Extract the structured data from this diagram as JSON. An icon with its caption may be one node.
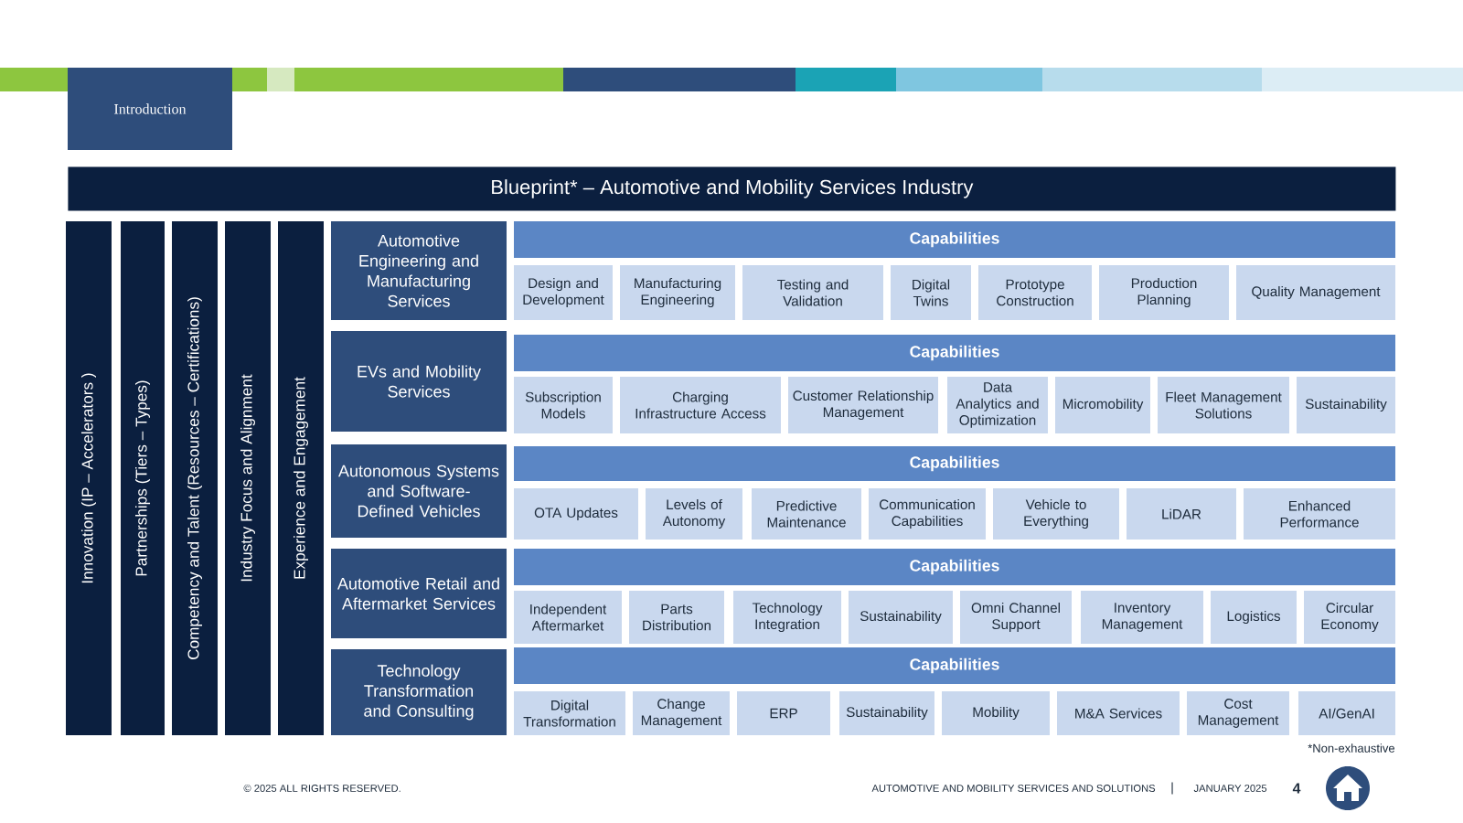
{
  "diagram": {
    "title": "Blueprint* – Automotive and Mobility Services Industry",
    "nodes": [
      {
        "text": [
          "Introduction"
        ]
      },
      {
        "text": [
          "Innovation (IP – Accelerators )"
        ]
      },
      {
        "text": [
          "Partnerships (Tiers – Types)"
        ]
      },
      {
        "text": [
          "Competency and Talent (Resources – Certifications)"
        ]
      },
      {
        "text": [
          "Industry Focus and Alignment"
        ]
      },
      {
        "text": [
          "Experience and Engagement"
        ]
      },
      {
        "text": [
          "Automotive Engineering and Manufacturing Services"
        ]
      },
      {
        "text": [
          "Capabilities"
        ]
      },
      {
        "text": [
          "Design and Development"
        ]
      },
      {
        "text": [
          "Manufacturing Engineering"
        ]
      },
      {
        "text": [
          "Testing and Validation"
        ]
      },
      {
        "text": [
          "Digital Twins"
        ]
      },
      {
        "text": [
          "Prototype Construction"
        ]
      },
      {
        "text": [
          "Production Planning"
        ]
      },
      {
        "text": [
          "Quality Management"
        ]
      },
      {
        "text": [
          "EVs and Mobility Services"
        ]
      },
      {
        "text": [
          "Capabilities"
        ]
      },
      {
        "text": [
          "Subscription Models"
        ]
      },
      {
        "text": [
          "Charging Infrastructure Access"
        ]
      },
      {
        "text": [
          "Customer Relationship Management"
        ]
      },
      {
        "text": [
          "Data Analytics and Optimization"
        ]
      },
      {
        "text": [
          "Micromobility"
        ]
      },
      {
        "text": [
          "Fleet Management Solutions"
        ]
      },
      {
        "text": [
          "Sustainability"
        ]
      },
      {
        "text": [
          "Autonomous Systems and Software-Defined Vehicles"
        ]
      },
      {
        "text": [
          "Capabilities"
        ]
      },
      {
        "text": [
          "OTA Updates"
        ]
      },
      {
        "text": [
          "Levels of Autonomy"
        ]
      },
      {
        "text": [
          "Predictive Maintenance"
        ]
      },
      {
        "text": [
          "Communication Capabilities"
        ]
      },
      {
        "text": [
          "Vehicle to Everything"
        ]
      },
      {
        "text": [
          "LiDAR"
        ]
      },
      {
        "text": [
          "Enhanced Performance"
        ]
      },
      {
        "text": [
          "Automotive Retail and Aftermarket Services"
        ]
      },
      {
        "text": [
          "Capabilities"
        ]
      },
      {
        "text": [
          "Independent Aftermarket"
        ]
      },
      {
        "text": [
          "Parts Distribution"
        ]
      },
      {
        "text": [
          "Technology Integration"
        ]
      },
      {
        "text": [
          "Sustainability"
        ]
      },
      {
        "text": [
          "Omni Channel Support"
        ]
      },
      {
        "text": [
          "Inventory Management"
        ]
      },
      {
        "text": [
          "Logistics"
        ]
      },
      {
        "text": [
          "Circular Economy"
        ]
      },
      {
        "text": [
          "Technology Transformation and Consulting"
        ]
      },
      {
        "text": [
          "Capabilities"
        ]
      },
      {
        "text": [
          "Digital Transformation"
        ]
      },
      {
        "text": [
          "Change Management"
        ]
      },
      {
        "text": [
          "ERP"
        ]
      },
      {
        "text": [
          "Sustainability"
        ]
      },
      {
        "text": [
          "Mobility"
        ]
      },
      {
        "text": [
          "M&A Services"
        ]
      },
      {
        "text": [
          "Cost Management"
        ]
      },
      {
        "text": [
          "AI/GenAI"
        ]
      }
    ],
    "labels": [
      "*Non-exhaustive",
      "© 2025 ALL RIGHTS RESERVED.",
      "AUTOMOTIVE AND MOBILITY SERVICES AND SOLUTIONS",
      "|",
      "JANUARY 2025",
      "4"
    ]
  }
}
